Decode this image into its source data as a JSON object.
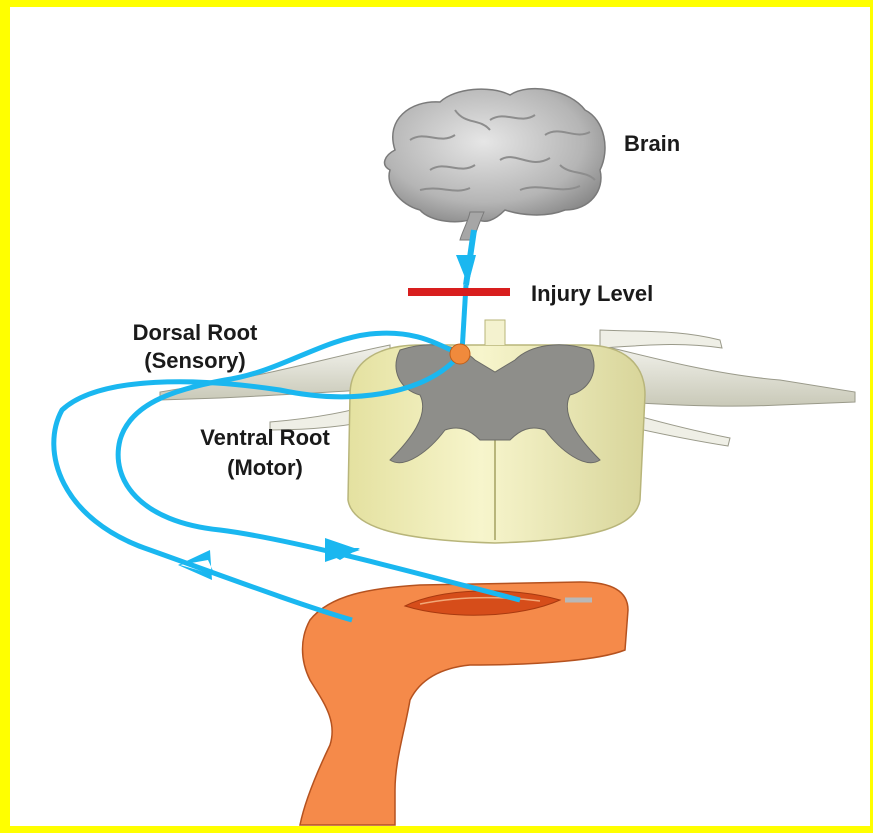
{
  "labels": {
    "brain": "Brain",
    "injury_level": "Injury Level",
    "dorsal_root": "Dorsal Root",
    "dorsal_sub": "(Sensory)",
    "ventral_root": "Ventral Root",
    "ventral_sub": "(Motor)"
  },
  "colors": {
    "frame": "#ffff00",
    "nerve": "#1ab7f0",
    "injury_bar": "#d81e1e",
    "leg": "#f58a4a",
    "cord_white_matter": "#f2efb8",
    "cord_gray_matter": "#8e8e8a",
    "brain": "#bdbdbd"
  },
  "icons": [
    "brain-icon",
    "spinal-cord-icon",
    "leg-icon",
    "muscle-icon"
  ]
}
